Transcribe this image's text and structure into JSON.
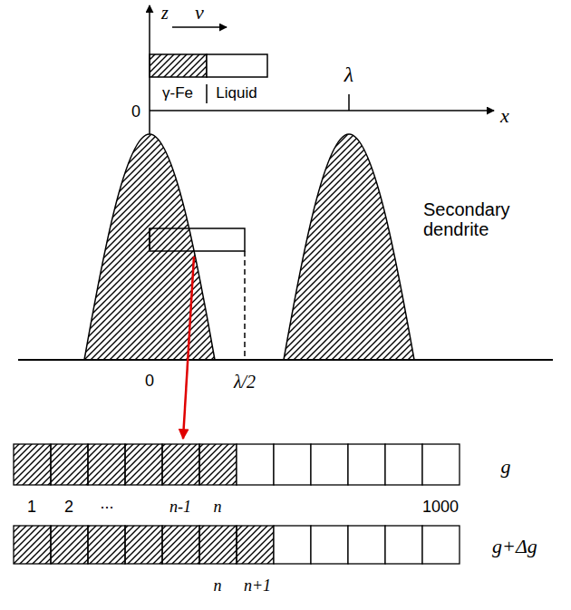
{
  "diagram": {
    "labels": [
      "z",
      "v",
      "γ-Fe",
      "Liquid",
      "λ",
      "x",
      "0",
      "Secondary dendrite",
      "0",
      "λ/2",
      "g",
      "1",
      "2",
      "...",
      "n-1",
      "n",
      "1000",
      "g+Δg",
      "n",
      "n+1"
    ]
  }
}
